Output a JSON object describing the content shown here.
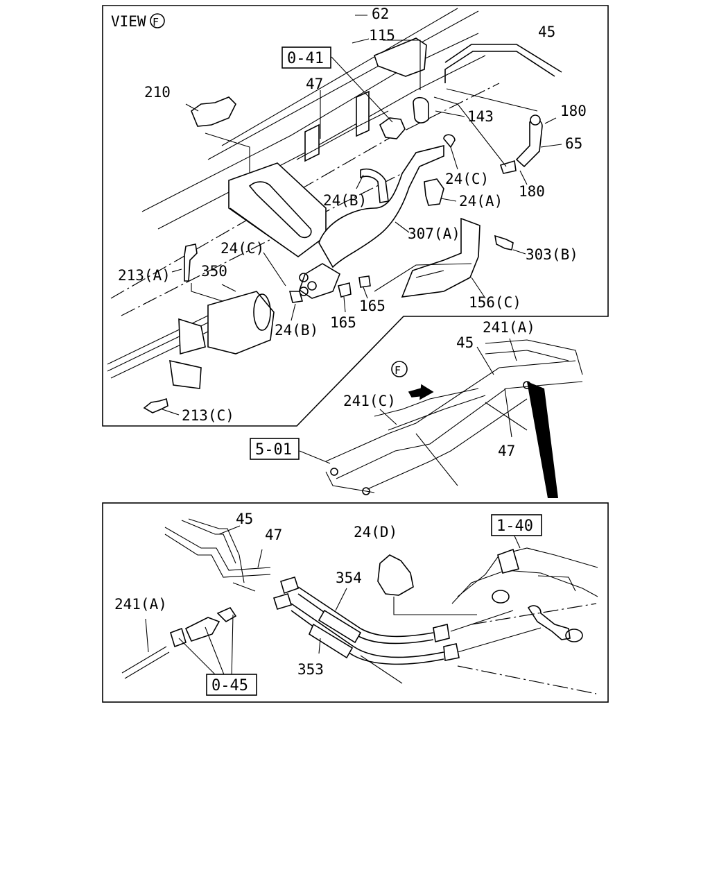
{
  "view_title": "VIEW",
  "view_letter": "F",
  "ref_boxes": {
    "top": "0-41",
    "frame": "5-01",
    "tank": "1-40",
    "hose": "0-45"
  },
  "callouts": {
    "c62": "62",
    "c115": "115",
    "c45_top": "45",
    "c47_top": "47",
    "c210": "210",
    "c143": "143",
    "c180_a": "180",
    "c65": "65",
    "c180_b": "180",
    "c24c_a": "24(C)",
    "c24b_a": "24(B)",
    "c24a": "24(A)",
    "c307a": "307(A)",
    "c303b": "303(B)",
    "c24c_b": "24(C)",
    "c213a": "213(A)",
    "c350": "350",
    "c165_a": "165",
    "c165_b": "165",
    "c24b_b": "24(B)",
    "c156c": "156(C)",
    "c213c": "213(C)",
    "c241a_frame": "241(A)",
    "c45_frame": "45",
    "c241c": "241(C)",
    "c47_frame": "47",
    "c45_bottom": "45",
    "c47_bottom": "47",
    "c24d": "24(D)",
    "c354": "354",
    "c241a_bottom": "241(A)",
    "c353": "353"
  }
}
